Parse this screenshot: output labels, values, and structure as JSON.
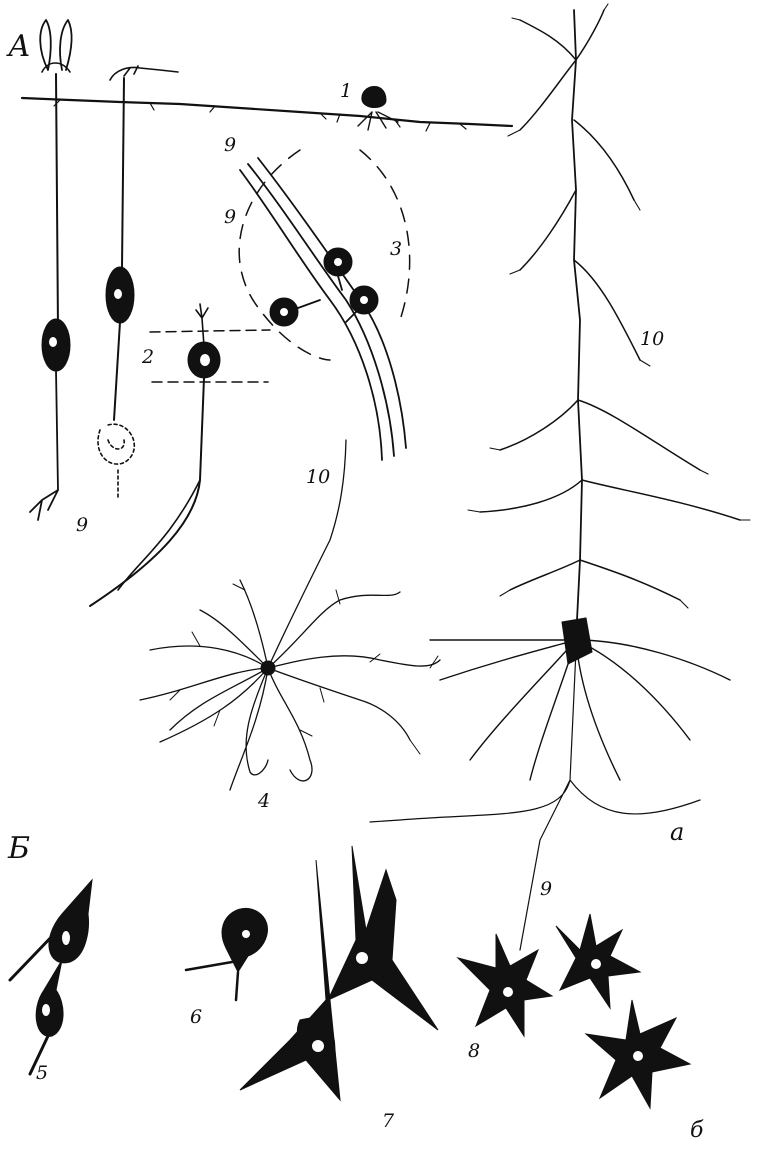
{
  "section_labels": {
    "a": "А",
    "b": "Б"
  },
  "labels": {
    "n1": "1",
    "n2": "2",
    "n3": "3",
    "n4": "4",
    "n5": "5",
    "n6": "6",
    "n7": "7",
    "n8": "8",
    "n9_top": "9",
    "n9_fibers": "9",
    "n9_bipolar": "9",
    "n9_pyramid": "9",
    "n10_star": "10",
    "n10_pyramid": "10",
    "letter_a": "a",
    "letter_b": "б"
  },
  "colors": {
    "ink": "#111111",
    "paper": "#ffffff"
  }
}
